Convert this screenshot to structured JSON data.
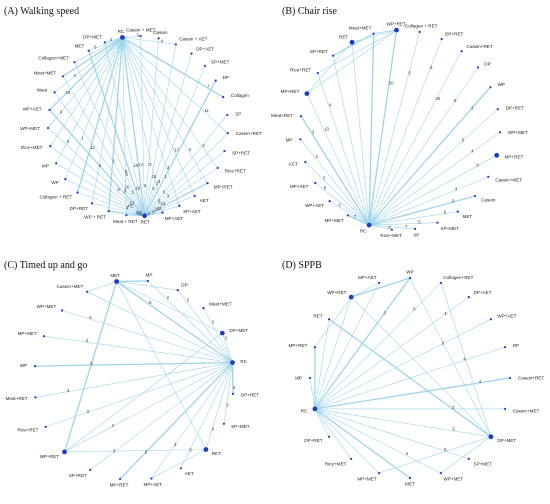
{
  "panels": [
    {
      "id": "A",
      "title": "(A) Walking speed",
      "nodes": [
        "RC",
        "Casein + MET",
        "Casein",
        "Casein + AET",
        "DP+AET",
        "SP+MET",
        "DP",
        "Collagen",
        "SP",
        "Casein+RET",
        "SP+RET",
        "Rice+RET",
        "MP+RET",
        "AET",
        "SP+AET",
        "MP+AET",
        "RET",
        "Meat + RET",
        "WP + RET",
        "DP+RET",
        "Collagen + RET",
        "WP",
        "MP",
        "Rice+MET",
        "WP+MET",
        "WP+AET",
        "Meat",
        "Meat+MET",
        "Collagen+MET",
        "MET",
        "DP+MET"
      ],
      "hub_nodes": [
        "RC",
        "RET"
      ],
      "hub_node_labels": {
        "RC": "RC",
        "RET": "RET"
      },
      "edge_labels": [
        "14",
        "3",
        "3",
        "17",
        "11",
        "7",
        "4",
        "3",
        "3",
        "4",
        "15",
        "6",
        "4",
        "5",
        "3",
        "12",
        "3",
        "3",
        "3",
        "19",
        "18",
        "10",
        "10",
        "5",
        "5",
        "9",
        "5",
        "5",
        "3",
        "3",
        "1",
        "5",
        "5",
        "3",
        "14",
        "10",
        "3",
        "3",
        "8",
        "9",
        "10",
        "5",
        "4",
        "4",
        "13",
        "6",
        "3",
        "2",
        "1"
      ]
    },
    {
      "id": "B",
      "title": "(B) Chair rise",
      "nodes": [
        "WP+RET",
        "Collagen + RET",
        "DP+RET",
        "Casein+RET",
        "DP",
        "WP",
        "DP+RET",
        "WP+MET",
        "MP+RET",
        "Casein+MET",
        "Casein",
        "MET",
        "SP+MET",
        "SP",
        "Rice+MET",
        "RC",
        "MP+MET",
        "WP+AET",
        "MP+AET",
        "ACT",
        "MP",
        "Meat+RET",
        "MP+RET",
        "Rice+RET",
        "SP+RET",
        "RET",
        "Meat+MET"
      ],
      "hub_nodes": [
        "RC",
        "WP+RET",
        "RET",
        "MP+RET"
      ],
      "edge_labels": [
        "20",
        "5",
        "8",
        "15",
        "5",
        "3",
        "5",
        "4",
        "9",
        "3",
        "3",
        "8",
        "5",
        "7",
        "3",
        "7",
        "3",
        "8",
        "5",
        "3",
        "3",
        "10",
        "4"
      ]
    },
    {
      "id": "C",
      "title": "(C) Timed up and go",
      "nodes": [
        "MP",
        "DP",
        "Meat+MET",
        "DP+MET",
        "RC",
        "DP+RET",
        "SP+MET",
        "RET",
        "AET",
        "MP+AET",
        "MP+RET",
        "SP+RET",
        "WP+RET",
        "Rice+RET",
        "Meat+RET",
        "WP",
        "MP+MET",
        "WP+MET",
        "Casein+MET",
        "MET"
      ],
      "hub_nodes": [
        "RC",
        "MET",
        "RET",
        "WP+RET",
        "DP+MET"
      ],
      "edge_labels": [
        "8",
        "3",
        "3",
        "3",
        "3",
        "3",
        "3",
        "9",
        "3",
        "3",
        "6",
        "3",
        "3",
        "3",
        "3",
        "6",
        "3",
        "3"
      ]
    },
    {
      "id": "D",
      "title": "(D) SPPB",
      "nodes": [
        "WP",
        "Collagen+RET",
        "DP+AET",
        "WP+AET",
        "DP",
        "Casein+RET",
        "Casein+MET",
        "DP+MET",
        "SP+MET",
        "WP+MET",
        "MET",
        "MP+MET",
        "Rice+MET",
        "DP+RET",
        "RC",
        "MP",
        "MP+RET",
        "RET",
        "WP+RET",
        "MP+AET"
      ],
      "hub_nodes": [
        "RC",
        "DP+MET",
        "WP+RET"
      ],
      "edge_labels": [
        "3",
        "6",
        "4",
        "5",
        "4",
        "4",
        "3",
        "3",
        "6",
        "4"
      ]
    }
  ],
  "colors": {
    "node": "#1b3fbf",
    "edge": "#9fd4ea",
    "text": "#222222"
  }
}
